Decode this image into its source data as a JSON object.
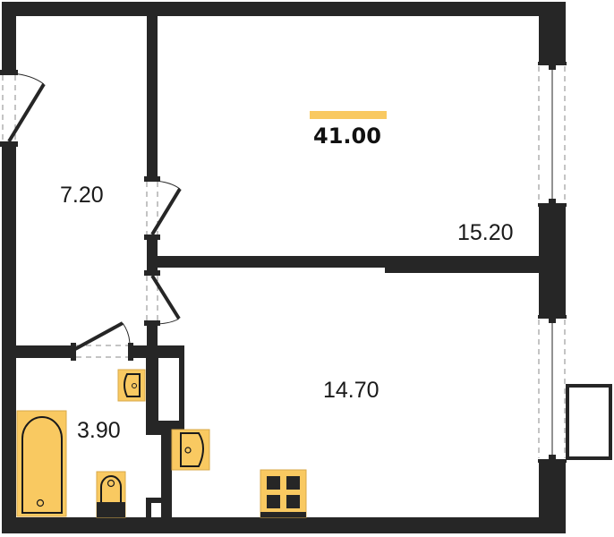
{
  "plan": {
    "total_area": "41.00",
    "accent_color": "#F9C961",
    "wall_color": "#262626",
    "rooms": [
      {
        "id": "hallway",
        "area": "7.20"
      },
      {
        "id": "bedroom",
        "area": "15.20"
      },
      {
        "id": "kitchen-living",
        "area": "14.70"
      },
      {
        "id": "bathroom",
        "area": "3.90"
      }
    ],
    "fixtures": [
      {
        "id": "bathtub",
        "room": "bathroom"
      },
      {
        "id": "toilet",
        "room": "bathroom"
      },
      {
        "id": "bathroom-sink",
        "room": "bathroom"
      },
      {
        "id": "kitchen-sink",
        "room": "kitchen-living"
      },
      {
        "id": "stove",
        "room": "kitchen-living"
      }
    ],
    "openings": [
      {
        "id": "entrance-door"
      },
      {
        "id": "bedroom-door"
      },
      {
        "id": "kitchen-door"
      },
      {
        "id": "bathroom-door"
      },
      {
        "id": "bedroom-window"
      },
      {
        "id": "kitchen-window"
      },
      {
        "id": "balcony"
      }
    ]
  }
}
